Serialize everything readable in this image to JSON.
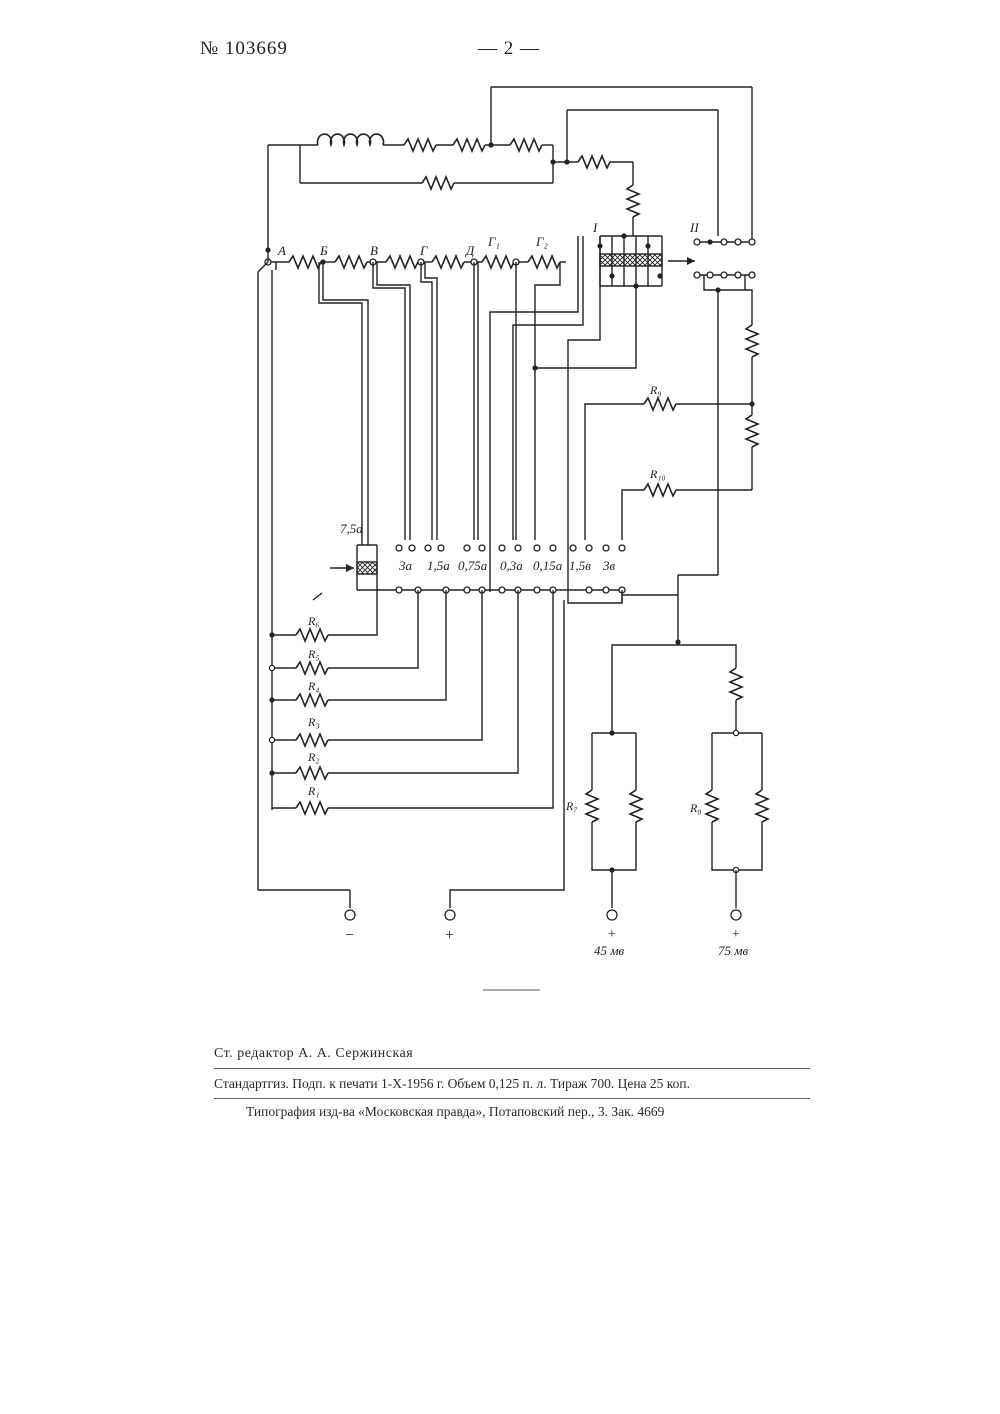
{
  "header": {
    "patent_number": "№ 103669",
    "page_number": "— 2 —"
  },
  "diagram": {
    "top_labels": [
      "А",
      "Б",
      "В",
      "Г",
      "Д",
      "Г₁",
      "Г₂"
    ],
    "switch_labels": {
      "left": "I",
      "right": "II"
    },
    "range_labels": [
      "7,5а",
      "3а",
      "1,5а",
      "0,75а",
      "0,3а",
      "0,15а",
      "1,5в",
      "3в"
    ],
    "resistors_left": [
      "R₆",
      "R₅",
      "R₄",
      "R₃",
      "R₂",
      "R₁"
    ],
    "resistors_right": [
      "R₉",
      "R₁₀",
      "R₇",
      "R₈"
    ],
    "terminals": {
      "minus": "−",
      "plus": "+",
      "t45_sign": "+",
      "t45_label": "45 мв",
      "t75_sign": "+",
      "t75_label": "75 мв"
    }
  },
  "footer": {
    "editor": "Ст. редактор А. А. Сержинская",
    "print_info": "Стандартгиз. Подп. к печати 1-X-1956 г. Объем 0,125 п. л. Тираж 700. Цена 25 коп.",
    "printer": "Типография изд-ва «Московская правда», Потаповский пер., 3. Зак. 4669"
  }
}
